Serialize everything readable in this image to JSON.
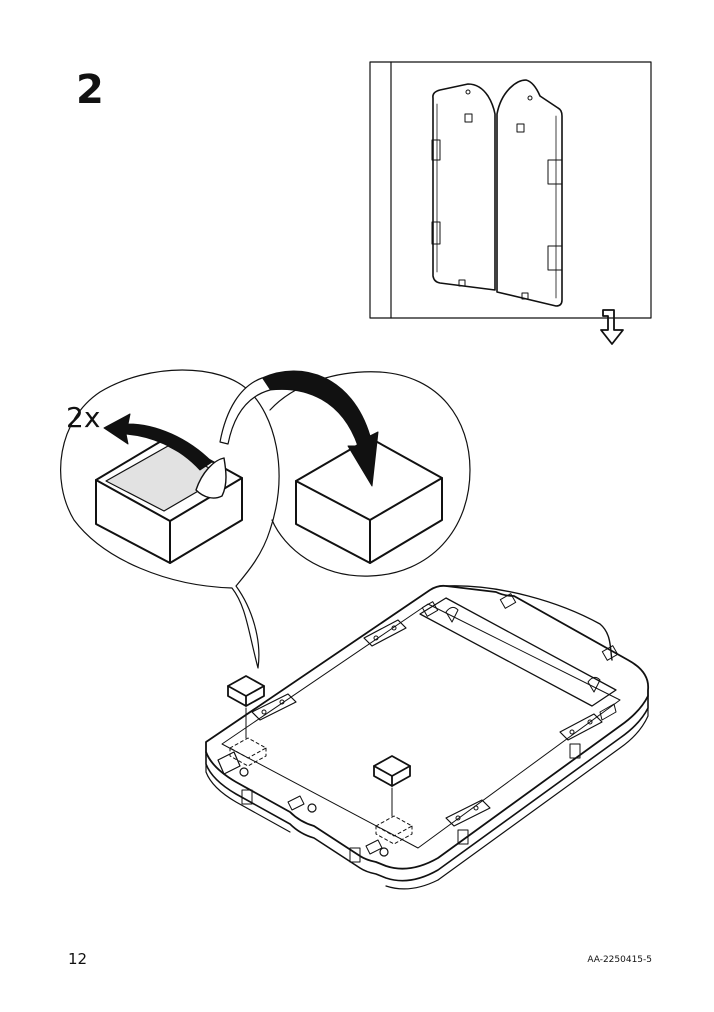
{
  "step": {
    "number": "2"
  },
  "callout": {
    "quantity": "2x"
  },
  "footer": {
    "page_number": "12",
    "doc_code": "AA-2250415-5"
  },
  "colors": {
    "line": "#111111",
    "adhesive_fill": "#e2e2e2",
    "background": "#ffffff"
  }
}
